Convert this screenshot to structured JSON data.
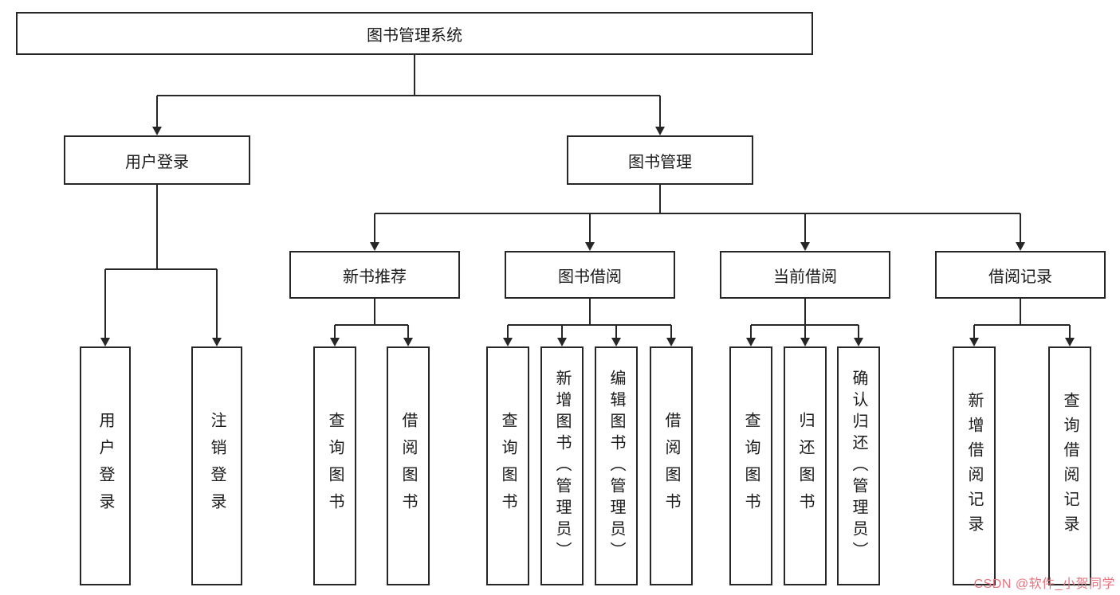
{
  "diagram": {
    "root": "图书管理系统",
    "user_group": "用户登录",
    "book_group": "图书管理",
    "user_children": {
      "login": "用户登录",
      "logout": "注销登录"
    },
    "modules": {
      "new_book": "新书推荐",
      "borrow": "图书借阅",
      "current": "当前借阅",
      "record": "借阅记录"
    },
    "new_book_children": {
      "query": "查询图书",
      "borrow": "借阅图书"
    },
    "borrow_children": {
      "query": "查询图书",
      "add": "新增图书（管理员）",
      "edit": "编辑图书（管理员）",
      "borrow": "借阅图书"
    },
    "current_children": {
      "query": "查询图书",
      "return": "归还图书",
      "confirm": "确认归还（管理员）"
    },
    "record_children": {
      "add": "新增借阅记录",
      "query": "查询借阅记录"
    },
    "line_color": "#262626",
    "box_border_color": "#262626",
    "box_background": "#ffffff"
  },
  "watermark": {
    "text": "CSDN @软件_小贺同学",
    "color": "#e8737e"
  }
}
